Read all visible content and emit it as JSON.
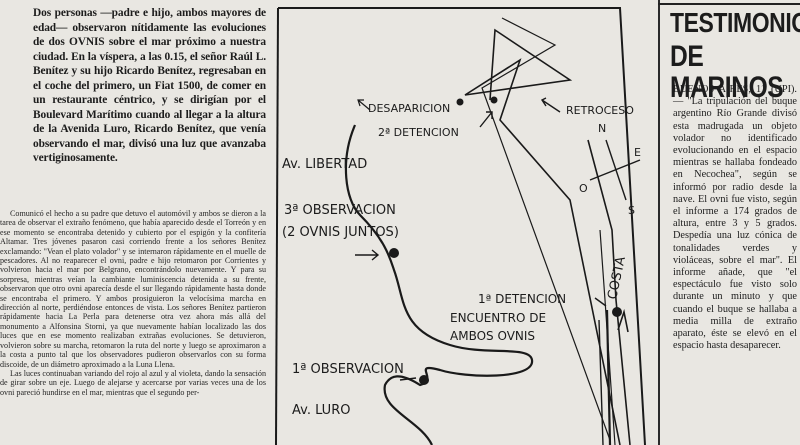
{
  "lead_paragraph": "Dos personas —padre e hijo, ambos mayores de edad— observaron nítidamente las evoluciones de dos OVNIS sobre el mar próximo a nuestra ciudad. En la víspera, a las 0.15, el señor Raúl L. Benítez y su hijo Ricardo Benítez, regresaban en el coche del primero, un Fiat 1500, de comer en un restaurante céntrico, y se dirigían por el Boulevard Marítimo cuando al llegar a la altura de la Avenida Luro, Ricardo Benítez, que venía observando el mar, divisó una luz que avanzaba vertiginosamente.",
  "body_paragraphs": [
    "Comunicó el hecho a su padre que detuvo el automóvil y ambos se dieron a la tarea de observar el extraño fenómeno, que había aparecido desde el Torreón y en ese momento se encontraba detenido y cubierto por el espigón y la confitería Altamar. Tres jóvenes pasaron casi corriendo frente a los señores Benítez exclamando: \"Vean el plato volador\" y se internaron rápidamente en el muelle de pescadores. Al no reaparecer el ovni, padre e hijo retomaron por Corrientes y volvieron hacia el mar por Belgrano, encontrándolo nuevamente. Y para su sorpresa, mientras veían la cambiante luminiscencia detenida a su frente, observaron que otro ovni aparecía desde el sur llegando rápidamente hasta donde se encontraba el primero. Y ambos prosiguieron la velocísima marcha en dirección al norte, perdiéndose entonces de vista. Los señores Benítez partieron rápidamente hacia La Perla para detenerse otra vez ahora más allá del monumento a Alfonsina Storni, ya que nuevamente habían localizado las dos luces que en ese momento realizaban extrañas evoluciones. Se detuvieron, volvieron sobre su marcha, retomaron la ruta del norte y luego se aproximaron a la costa a punto tal que los observadores pudieron observarlos con su forma discoide, de un diámetro aproximado a la Luna Llena.",
    "Las luces continuaban variando del rojo al azul y al violeta, dando la sensación de girar sobre un eje. Luego de alejarse y acercarse por varias veces una de los ovni pareció hundirse en el mar, mientras que el segundo per-"
  ],
  "diagram": {
    "labels": {
      "desaparicion": "DESAPARICION",
      "retroceso": "RETROCESO",
      "segunda_detencion": "2ª DETENCION",
      "av_libertad": "Av. LIBERTAD",
      "tercera_obs_1": "3ª OBSERVACION",
      "tercera_obs_2": "(2 OVNIS JUNTOS)",
      "primera_det_1": "1ª DETENCION",
      "primera_det_2": "ENCUENTRO DE",
      "primera_det_3": "AMBOS OVNIS",
      "primera_obs": "1ª OBSERVACION",
      "av_luro": "Av. LURO",
      "costa": "COSTA"
    },
    "compass": {
      "n": "N",
      "s": "S",
      "e": "E",
      "o": "O"
    }
  },
  "right_column": {
    "headline_line1": "TESTIMONIO",
    "headline_line2": "DE MARINOS",
    "dispatch": "BUENOS AIRES, 11 (UPI). — \"La tripulación del buque argentino Río Grande divisó esta madrugada un objeto volador no identificado evolucionando en el espacio mientras se hallaba fondeado en Necochea\", según se informó por radio desde la nave. El ovni fue visto, según el informe a 174 grados de altura, entre 3 y 5 grados. Despedía una luz cónica de tonalidades verdes y violáceas, sobre el mar\". El informe añade, que \"el espectáculo fue visto solo durante un minuto y que cuando el buque se hallaba a media milla de extraño aparato, éste se elevó en el espacio hasta desaparecer."
  }
}
